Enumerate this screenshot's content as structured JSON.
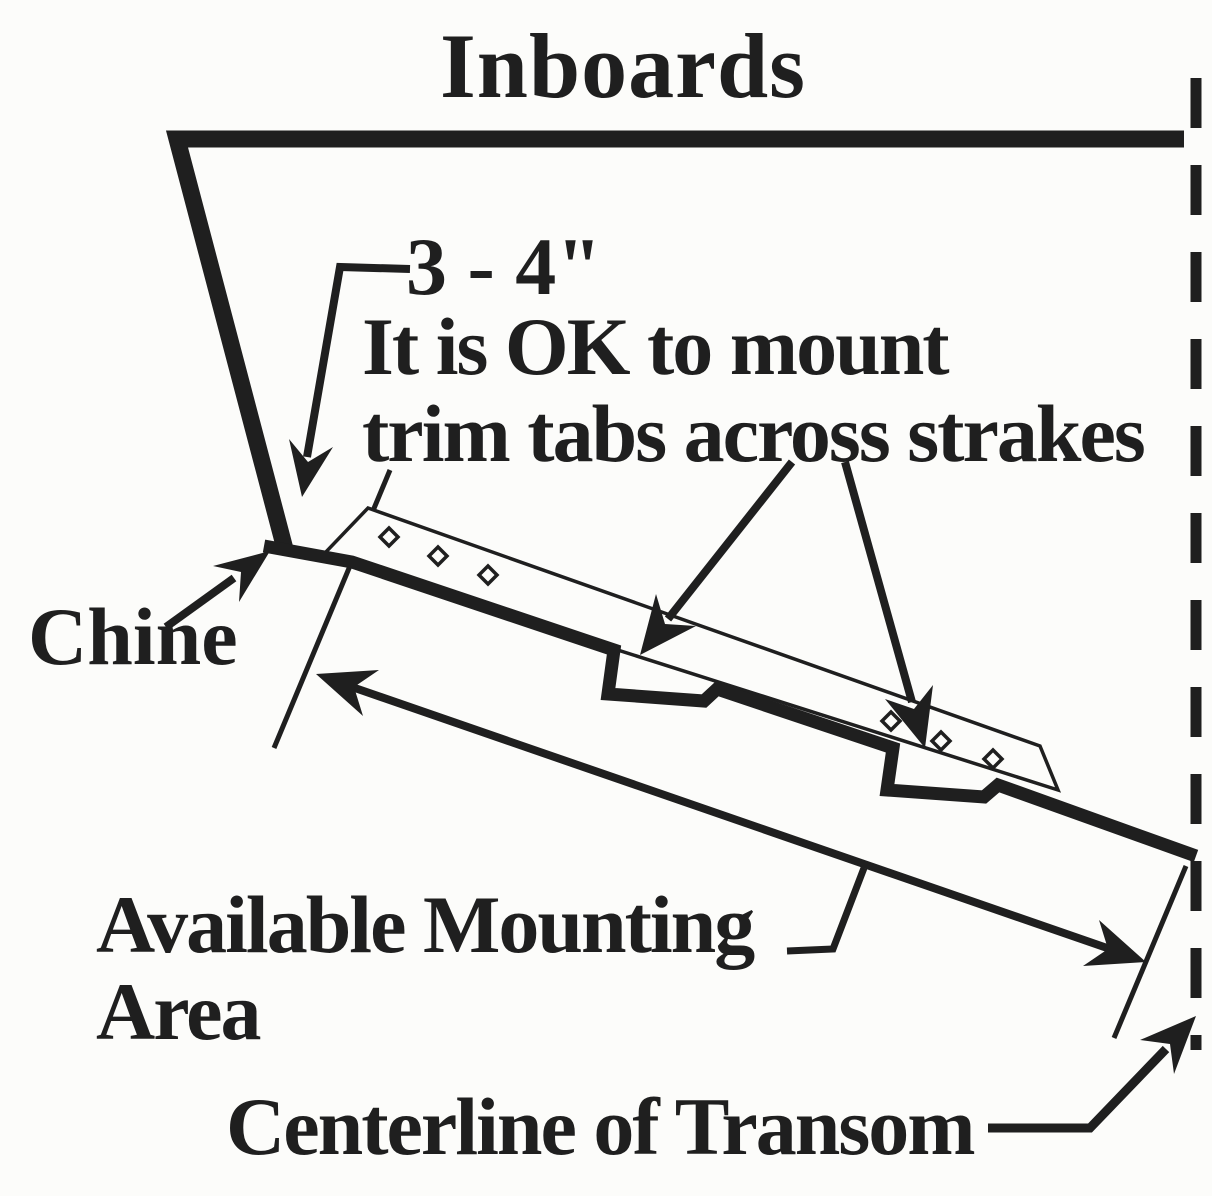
{
  "diagram": {
    "title": "Inboards",
    "labels": {
      "offset": "3 - 4\"",
      "ok_note_line1": "It is OK to mount",
      "ok_note_line2": "trim tabs across strakes",
      "chine": "Chine",
      "mounting_line1": "Available Mounting",
      "mounting_line2": "Area",
      "centerline": "Centerline of Transom"
    },
    "colors": {
      "ink": "#1f1f1f",
      "paper": "#fcfcfa"
    }
  }
}
